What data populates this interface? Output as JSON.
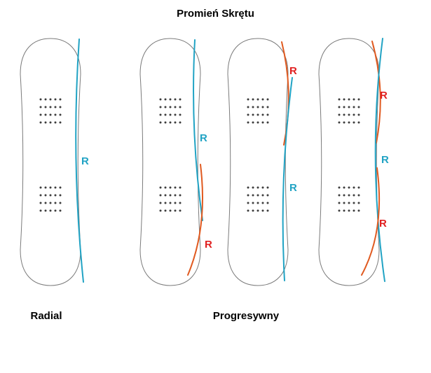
{
  "title": "Promień Skrętu",
  "diagram": {
    "group_label": "Progresywny",
    "boards": [
      {
        "label": "Radial",
        "curves": [
          {
            "color": "cyan",
            "r": "R"
          }
        ]
      },
      {
        "curves": [
          {
            "color": "cyan",
            "r": "R"
          },
          {
            "color": "orange",
            "r": "R"
          }
        ]
      },
      {
        "curves": [
          {
            "color": "orange",
            "r": "R"
          },
          {
            "color": "cyan",
            "r": "R"
          }
        ]
      },
      {
        "curves": [
          {
            "color": "orange",
            "r": "R"
          },
          {
            "color": "cyan",
            "r": "R"
          },
          {
            "color": "orange",
            "r": "R"
          }
        ]
      }
    ]
  },
  "colors": {
    "cyan": "#21a3c4",
    "orange": "#e05a20",
    "red_label": "#e01f1f"
  }
}
